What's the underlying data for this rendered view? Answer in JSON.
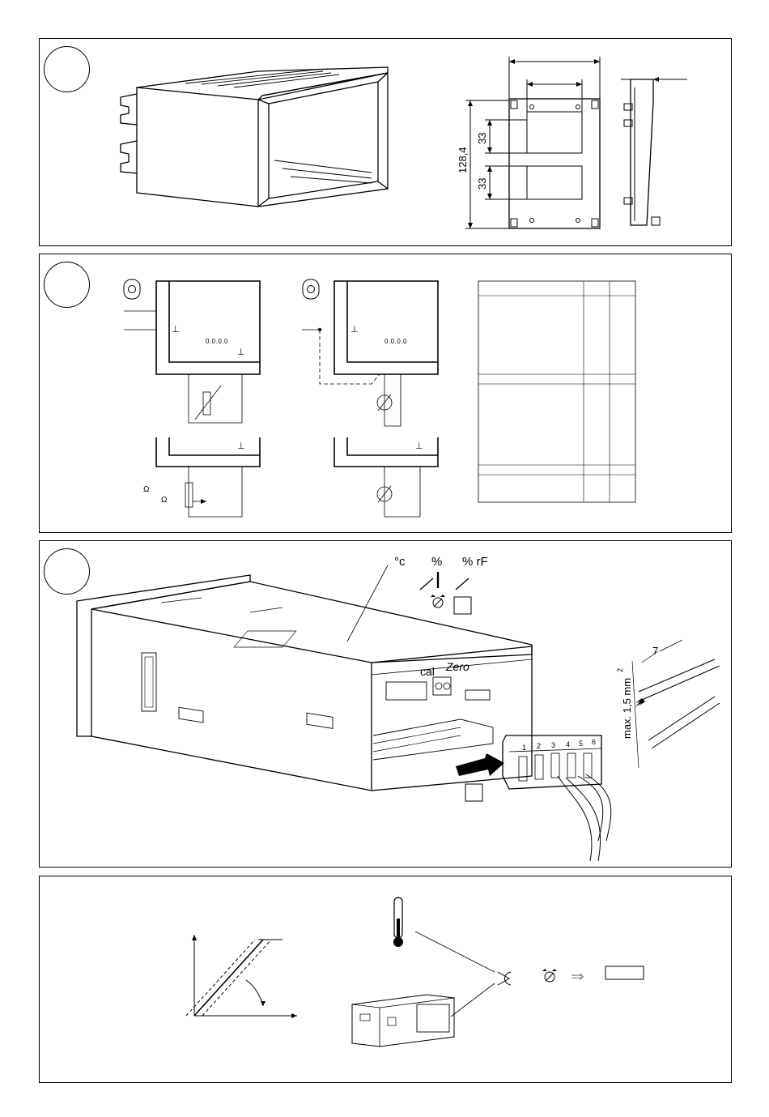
{
  "panel1": {
    "dim_height": "128,4",
    "dim_window_top": "33",
    "dim_window_bottom": "33"
  },
  "panel2": {
    "display_left": "0.0.0.0",
    "display_right": "0.0.0.0",
    "ground_symbol": "⊥",
    "ohm_symbol_a": "Ω",
    "ohm_symbol_b": "Ω"
  },
  "panel3": {
    "unit_celsius": "°c",
    "unit_percent": "%",
    "unit_rf": "% rF",
    "label_cal": "cal",
    "label_zero": "Zero",
    "strip_length": "7",
    "wire_cross_section": "max. 1,5 mm",
    "wire_cross_section_sup": "2",
    "terminals": [
      "1",
      "2",
      "3",
      "4",
      "5",
      "6"
    ]
  },
  "panel4": {
    "arrow_symbol": "⇒"
  }
}
